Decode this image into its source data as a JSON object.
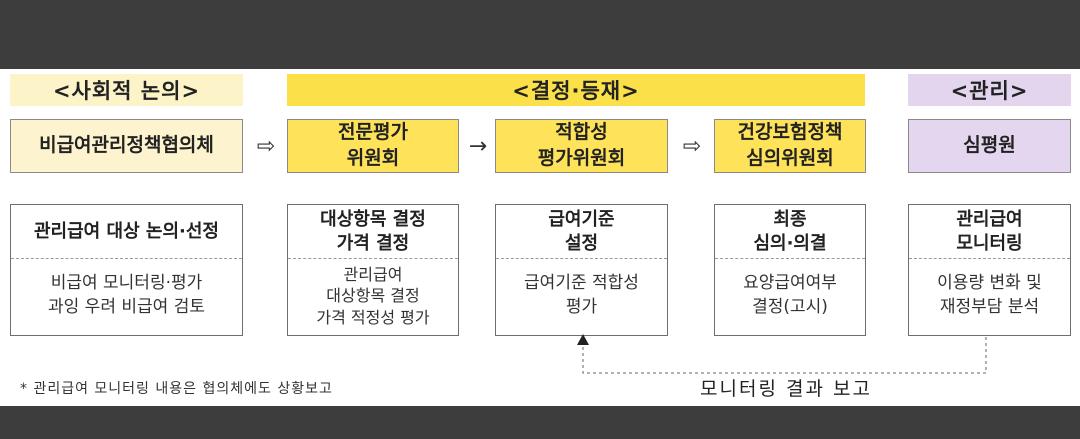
{
  "headers": {
    "social": "<사회적 논의>",
    "decision": "<결정·등재>",
    "management": "<관리>"
  },
  "orgs": {
    "council": "비급여관리정책협의체",
    "expert": "전문평가\n위원회",
    "suitability": "적합성\n평가위원회",
    "insurance": "건강보험정책\n심의위원회",
    "hira": "심평원"
  },
  "arrows": {
    "a1": "⇨",
    "a2": "→",
    "a3": "⇨"
  },
  "cards": {
    "c1": {
      "title": "관리급여 대상 논의·선정",
      "body": "비급여 모니터링·평가\n과잉 우려 비급여 검토"
    },
    "c2": {
      "title": "대상항목 결정\n가격 결정",
      "body": "관리급여\n대상항목 결정\n가격 적정성 평가"
    },
    "c3": {
      "title": "급여기준\n설정",
      "body": "급여기준 적합성\n평가"
    },
    "c4": {
      "title": "최종\n심의·의결",
      "body": "요양급여여부\n결정(고시)"
    },
    "c5": {
      "title": "관리급여\n모니터링",
      "body": "이용량 변화 및\n재정부담 분석"
    }
  },
  "footnote": "* 관리급여 모니터링 내용은 협의체에도 상황보고",
  "feedback_label": "모니터링 결과 보고",
  "colors": {
    "header_light_yellow": "#fcf3c8",
    "header_yellow": "#fbe04a",
    "org_light_yellow": "#fdf3cf",
    "org_yellow": "#fde25a",
    "header_purple": "#e3d5ee",
    "org_purple": "#e4d6ef"
  }
}
